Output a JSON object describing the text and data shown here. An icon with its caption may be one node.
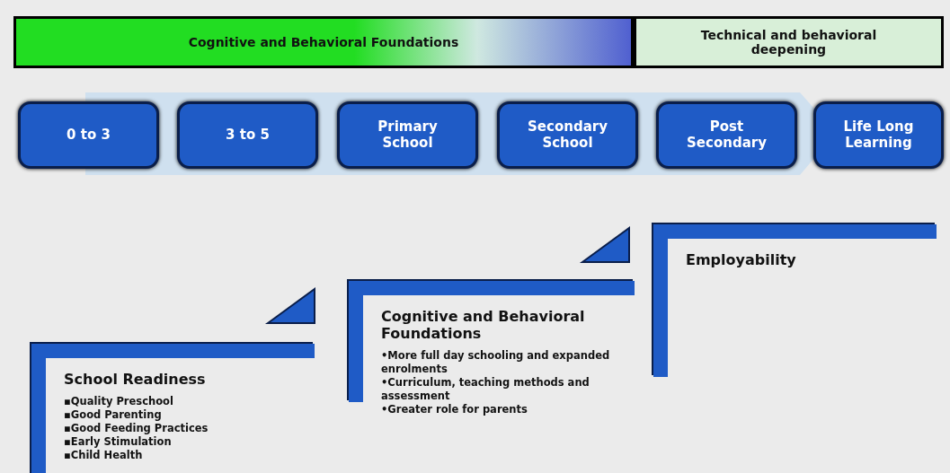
{
  "diagram": {
    "nodes": [
      {
        "text": [
          "Cognitive and Behavioral  Foundations"
        ]
      },
      {
        "text": [
          "Technical and behavioral deepening"
        ]
      },
      {
        "text": [
          "0 to 3"
        ]
      },
      {
        "text": [
          "3 to 5"
        ]
      },
      {
        "text": [
          "Primary School"
        ]
      },
      {
        "text": [
          "Secondary School"
        ]
      },
      {
        "text": [
          "Post Secondary"
        ]
      },
      {
        "text": [
          "Life Long Learning"
        ]
      },
      {
        "text": [
          "School Readiness",
          "▪Quality Preschool",
          "▪Good Parenting",
          "▪Good Feeding Practices",
          "▪Early Stimulation",
          "▪Child Health"
        ]
      },
      {
        "text": [
          "Cognitive and Behavioral Foundations",
          "•More full day schooling and expanded enrolments",
          "•Curriculum, teaching methods and assessment",
          "•Greater role for parents"
        ]
      },
      {
        "text": [
          "Employability"
        ]
      }
    ],
    "edges": []
  }
}
